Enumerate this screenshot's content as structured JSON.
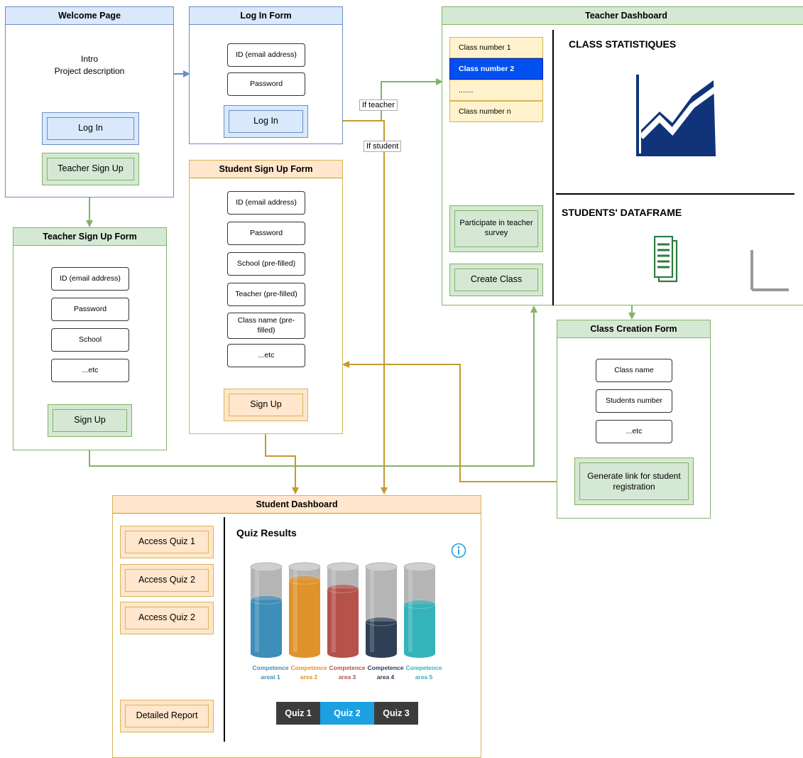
{
  "welcome": {
    "title": "Welcome Page",
    "intro": "Intro",
    "description": "Project description",
    "login_button": "Log In",
    "teacher_signup_button": "Teacher Sign Up"
  },
  "login_form": {
    "title": "Log In Form",
    "id_field": "ID (email address)",
    "password_field": "Password",
    "login_button": "Log In"
  },
  "edge_labels": {
    "if_teacher": "If teacher",
    "if_student": "If student"
  },
  "teacher_dashboard": {
    "title": "Teacher Dashboard",
    "class_list": [
      "Class number 1",
      "Class number 2",
      ".......",
      "Class number  n"
    ],
    "selected_class_index": 1,
    "class_stats_heading": "CLASS STATISTIQUES",
    "chart_icon": "area-chart-icon",
    "students_dataframe_heading": "STUDENTS' DATAFRAME",
    "document_icon": "document-icon",
    "survey_button": "Participate in teacher survey",
    "create_class_button": "Create Class"
  },
  "teacher_signup_form": {
    "title": "Teacher Sign Up Form",
    "fields": [
      "ID (email address)",
      "Password",
      "School",
      "...etc"
    ],
    "signup_button": "Sign Up"
  },
  "student_signup_form": {
    "title": "Student Sign Up Form",
    "fields": [
      "ID (email address)",
      "Password",
      "School (pre-filled)",
      "Teacher (pre-filled)",
      "Class name (pre-filled)",
      "...etc"
    ],
    "signup_button": "Sign Up"
  },
  "class_creation_form": {
    "title": "Class Creation Form",
    "fields": [
      "Class name",
      "Students number",
      "...etc"
    ],
    "generate_link_button": "Generate link for student registration"
  },
  "student_dashboard": {
    "title": "Student Dashboard",
    "quiz_buttons": [
      "Access Quiz 1",
      "Access Quiz 2",
      "Access Quiz 2"
    ],
    "report_button": "Detailed Report",
    "quiz_results_heading": "Quiz Results",
    "info_icon": "info-icon",
    "tabs": [
      "Quiz 1",
      "Quiz 2",
      "Quiz 3"
    ],
    "active_tab_index": 1
  },
  "chart_data": {
    "type": "bar",
    "title": "Quiz Results",
    "categories": [
      [
        "Competence",
        "areat 1"
      ],
      [
        "Competence",
        "area 2"
      ],
      [
        "Competence",
        "area 3"
      ],
      [
        "Competence",
        "area 4"
      ],
      [
        "Competence",
        "area 5"
      ]
    ],
    "values": [
      0.62,
      0.85,
      0.75,
      0.37,
      0.57
    ],
    "colors": [
      "#3d8eb9",
      "#e0932c",
      "#b5524a",
      "#2e4055",
      "#34b3b8"
    ],
    "empty_color": "#a8a8a8"
  },
  "colors": {
    "blue_fill": "#dae8fc",
    "blue_stroke": "#6c8ebf",
    "green_fill": "#d5e8d4",
    "green_stroke": "#82b366",
    "orange_fill": "#ffe6cc",
    "orange_stroke": "#d6b656",
    "edge_blue": "#6c8ebf",
    "edge_green": "#82b366",
    "edge_gold": "#c49a2c",
    "selection": "#0050ef",
    "tab_active": "#1ba1e2",
    "tab_inactive": "#3c3c3c"
  }
}
